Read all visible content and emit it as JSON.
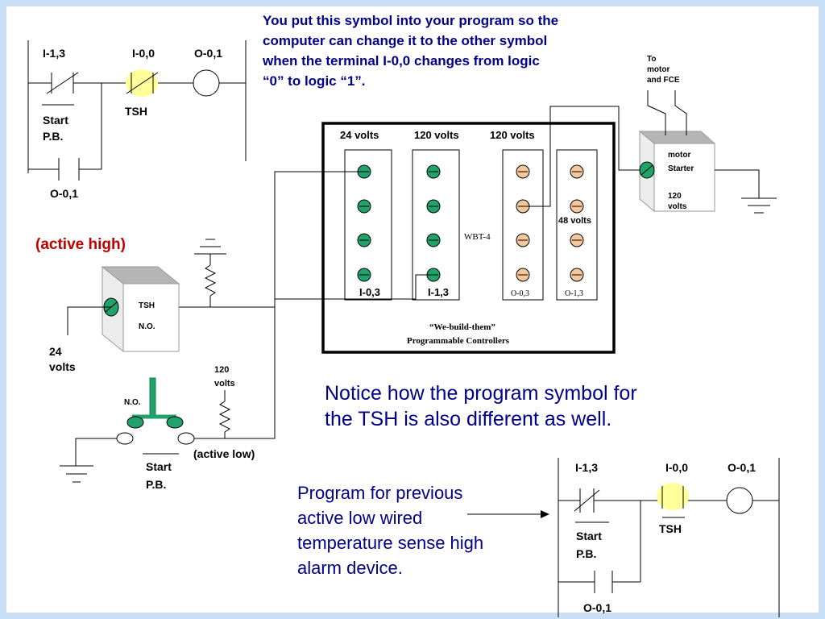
{
  "colors": {
    "frame": "#c9dff5",
    "note_text": "#00008b",
    "active_high": "#c00000",
    "highlight": "#ffff99",
    "green_terminal": "#1fa36b",
    "orange_terminal": "#f6c79a"
  },
  "top_note": {
    "lines": [
      "You put this symbol into your program so the",
      "computer can change it to the other symbol",
      "when the terminal I-0,0 changes from logic",
      "“0” to logic “1”."
    ]
  },
  "ladder_top": {
    "i13": "I-1,3",
    "i00": "I-0,0",
    "o01": "O-0,1",
    "tsh": "TSH",
    "start_pb_1": "Start",
    "start_pb_2": "P.B.",
    "seal": "O-0,1"
  },
  "ladder_bottom": {
    "i13": "I-1,3",
    "i00": "I-0,0",
    "o01": "O-0,1",
    "tsh": "TSH",
    "start_pb_1": "Start",
    "start_pb_2": "P.B.",
    "seal": "O-0,1"
  },
  "plc": {
    "hdr_24": "24 volts",
    "hdr_120a": "120  volts",
    "hdr_120b": "120  volts",
    "model": "WBT-4",
    "v48": "48 volts",
    "lbl_i03": "I-0,3",
    "lbl_i13": "I-1,3",
    "lbl_o03": "O-0,3",
    "lbl_o13": "O-1,3",
    "brand_1": "“We-build-them”",
    "brand_2": "Programmable Controllers"
  },
  "motor": {
    "to_1": "To",
    "to_2": "motor",
    "to_3": "and FCE",
    "label_1": "motor",
    "label_2": "Starter",
    "volt_1": "120",
    "volt_2": "volts"
  },
  "tsh_box": {
    "label_1": "TSH",
    "label_2": "N.O."
  },
  "labels": {
    "active_high": "(active high)",
    "v24_1": "24",
    "v24_2": "volts",
    "v120_1": "120",
    "v120_2": "volts",
    "no": "N.O.",
    "active_low": "(active low)",
    "start_pb_1": "Start",
    "start_pb_2": "P.B."
  },
  "notice": {
    "line1": "Notice how the program symbol for",
    "line2": "the TSH is also different as well."
  },
  "program_note": {
    "line1": "Program for previous",
    "line2": "active low wired",
    "line3": "temperature sense high",
    "line4": "alarm device."
  }
}
